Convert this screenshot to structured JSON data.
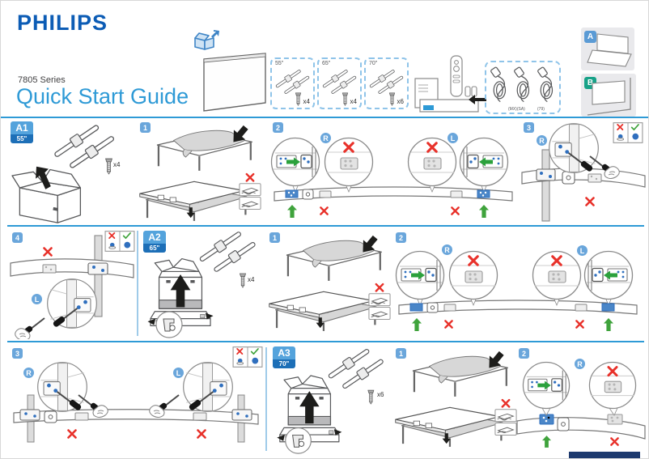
{
  "brand": "PHILIPS",
  "series": "7805 Series",
  "title": "Quick Start Guide",
  "markers": {
    "right": "R",
    "left": "L"
  },
  "colors": {
    "brand_blue": "#0c5cb5",
    "accent_blue": "#2e9ad6",
    "badge_blue": "#54a3dc",
    "badge_dark_blue": "#1d6fb7",
    "mount_a_blue": "#5b9bd5",
    "mount_b_green": "#18a288",
    "correct_green": "#3fa33c",
    "wrong_red": "#e8312a"
  },
  "header": {
    "kits": [
      {
        "size": "55\"",
        "screws": "x4"
      },
      {
        "size": "65\"",
        "screws": "x4"
      },
      {
        "size": "70\"",
        "screws": "x6"
      }
    ],
    "cords": {
      "label_mid": "(MX)(SA)",
      "label_right": "(79)"
    },
    "mounts": [
      {
        "label": "A"
      },
      {
        "label": "B"
      }
    ]
  },
  "sections": [
    {
      "badge": "A1",
      "size": "55\"",
      "screws": "x4",
      "steps": {
        "s1": "1",
        "s2": "2",
        "s3": "3",
        "s4": "4"
      }
    },
    {
      "badge": "A2",
      "size": "65\"",
      "screws": "x4",
      "steps": {
        "s1": "1",
        "s2": "2",
        "s3": "3"
      }
    },
    {
      "badge": "A3",
      "size": "70\"",
      "screws": "x6",
      "steps": {
        "s1": "1",
        "s2": "2"
      }
    }
  ]
}
